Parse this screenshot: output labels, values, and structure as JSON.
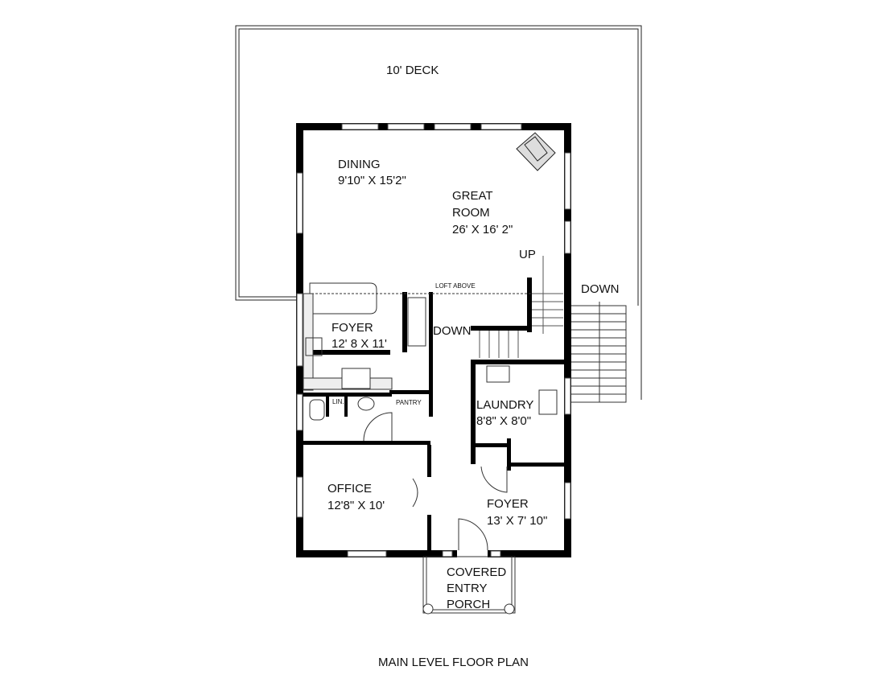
{
  "title": "MAIN LEVEL FLOOR PLAN",
  "labels": {
    "deck": "10' DECK",
    "dining_name": "DINING",
    "dining_size": "9'10\" X 15'2\"",
    "great_room_name_1": "GREAT",
    "great_room_name_2": "ROOM",
    "great_room_size": "26' X 16' 2\"",
    "up": "UP",
    "down_deck": "DOWN",
    "down_stair": "DOWN",
    "loft_above": "LOFT ABOVE",
    "kitchen_name": "FOYER",
    "kitchen_size": "12' 8 X 11'",
    "lin": "LIN.",
    "pantry": "PANTRY",
    "laundry_name": "LAUNDRY",
    "laundry_size": "8'8\" X 8'0\"",
    "office_name": "OFFICE",
    "office_size": "12'8\" X 10'",
    "foyer_name": "FOYER",
    "foyer_size": "13' X 7' 10\"",
    "porch_1": "COVERED",
    "porch_2": "ENTRY",
    "porch_3": "PORCH"
  }
}
